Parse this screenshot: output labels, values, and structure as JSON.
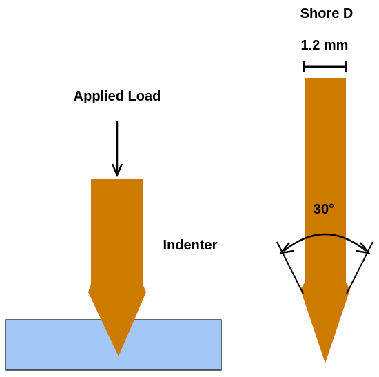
{
  "labels": {
    "applied_load": "Applied Load",
    "indenter": "Indenter",
    "shore_d": "Shore D",
    "width": "1.2 mm",
    "angle": "30°"
  },
  "colors": {
    "indenter": "#CC7A00",
    "specimen": "#A3C8F8",
    "outline": "#000000"
  }
}
